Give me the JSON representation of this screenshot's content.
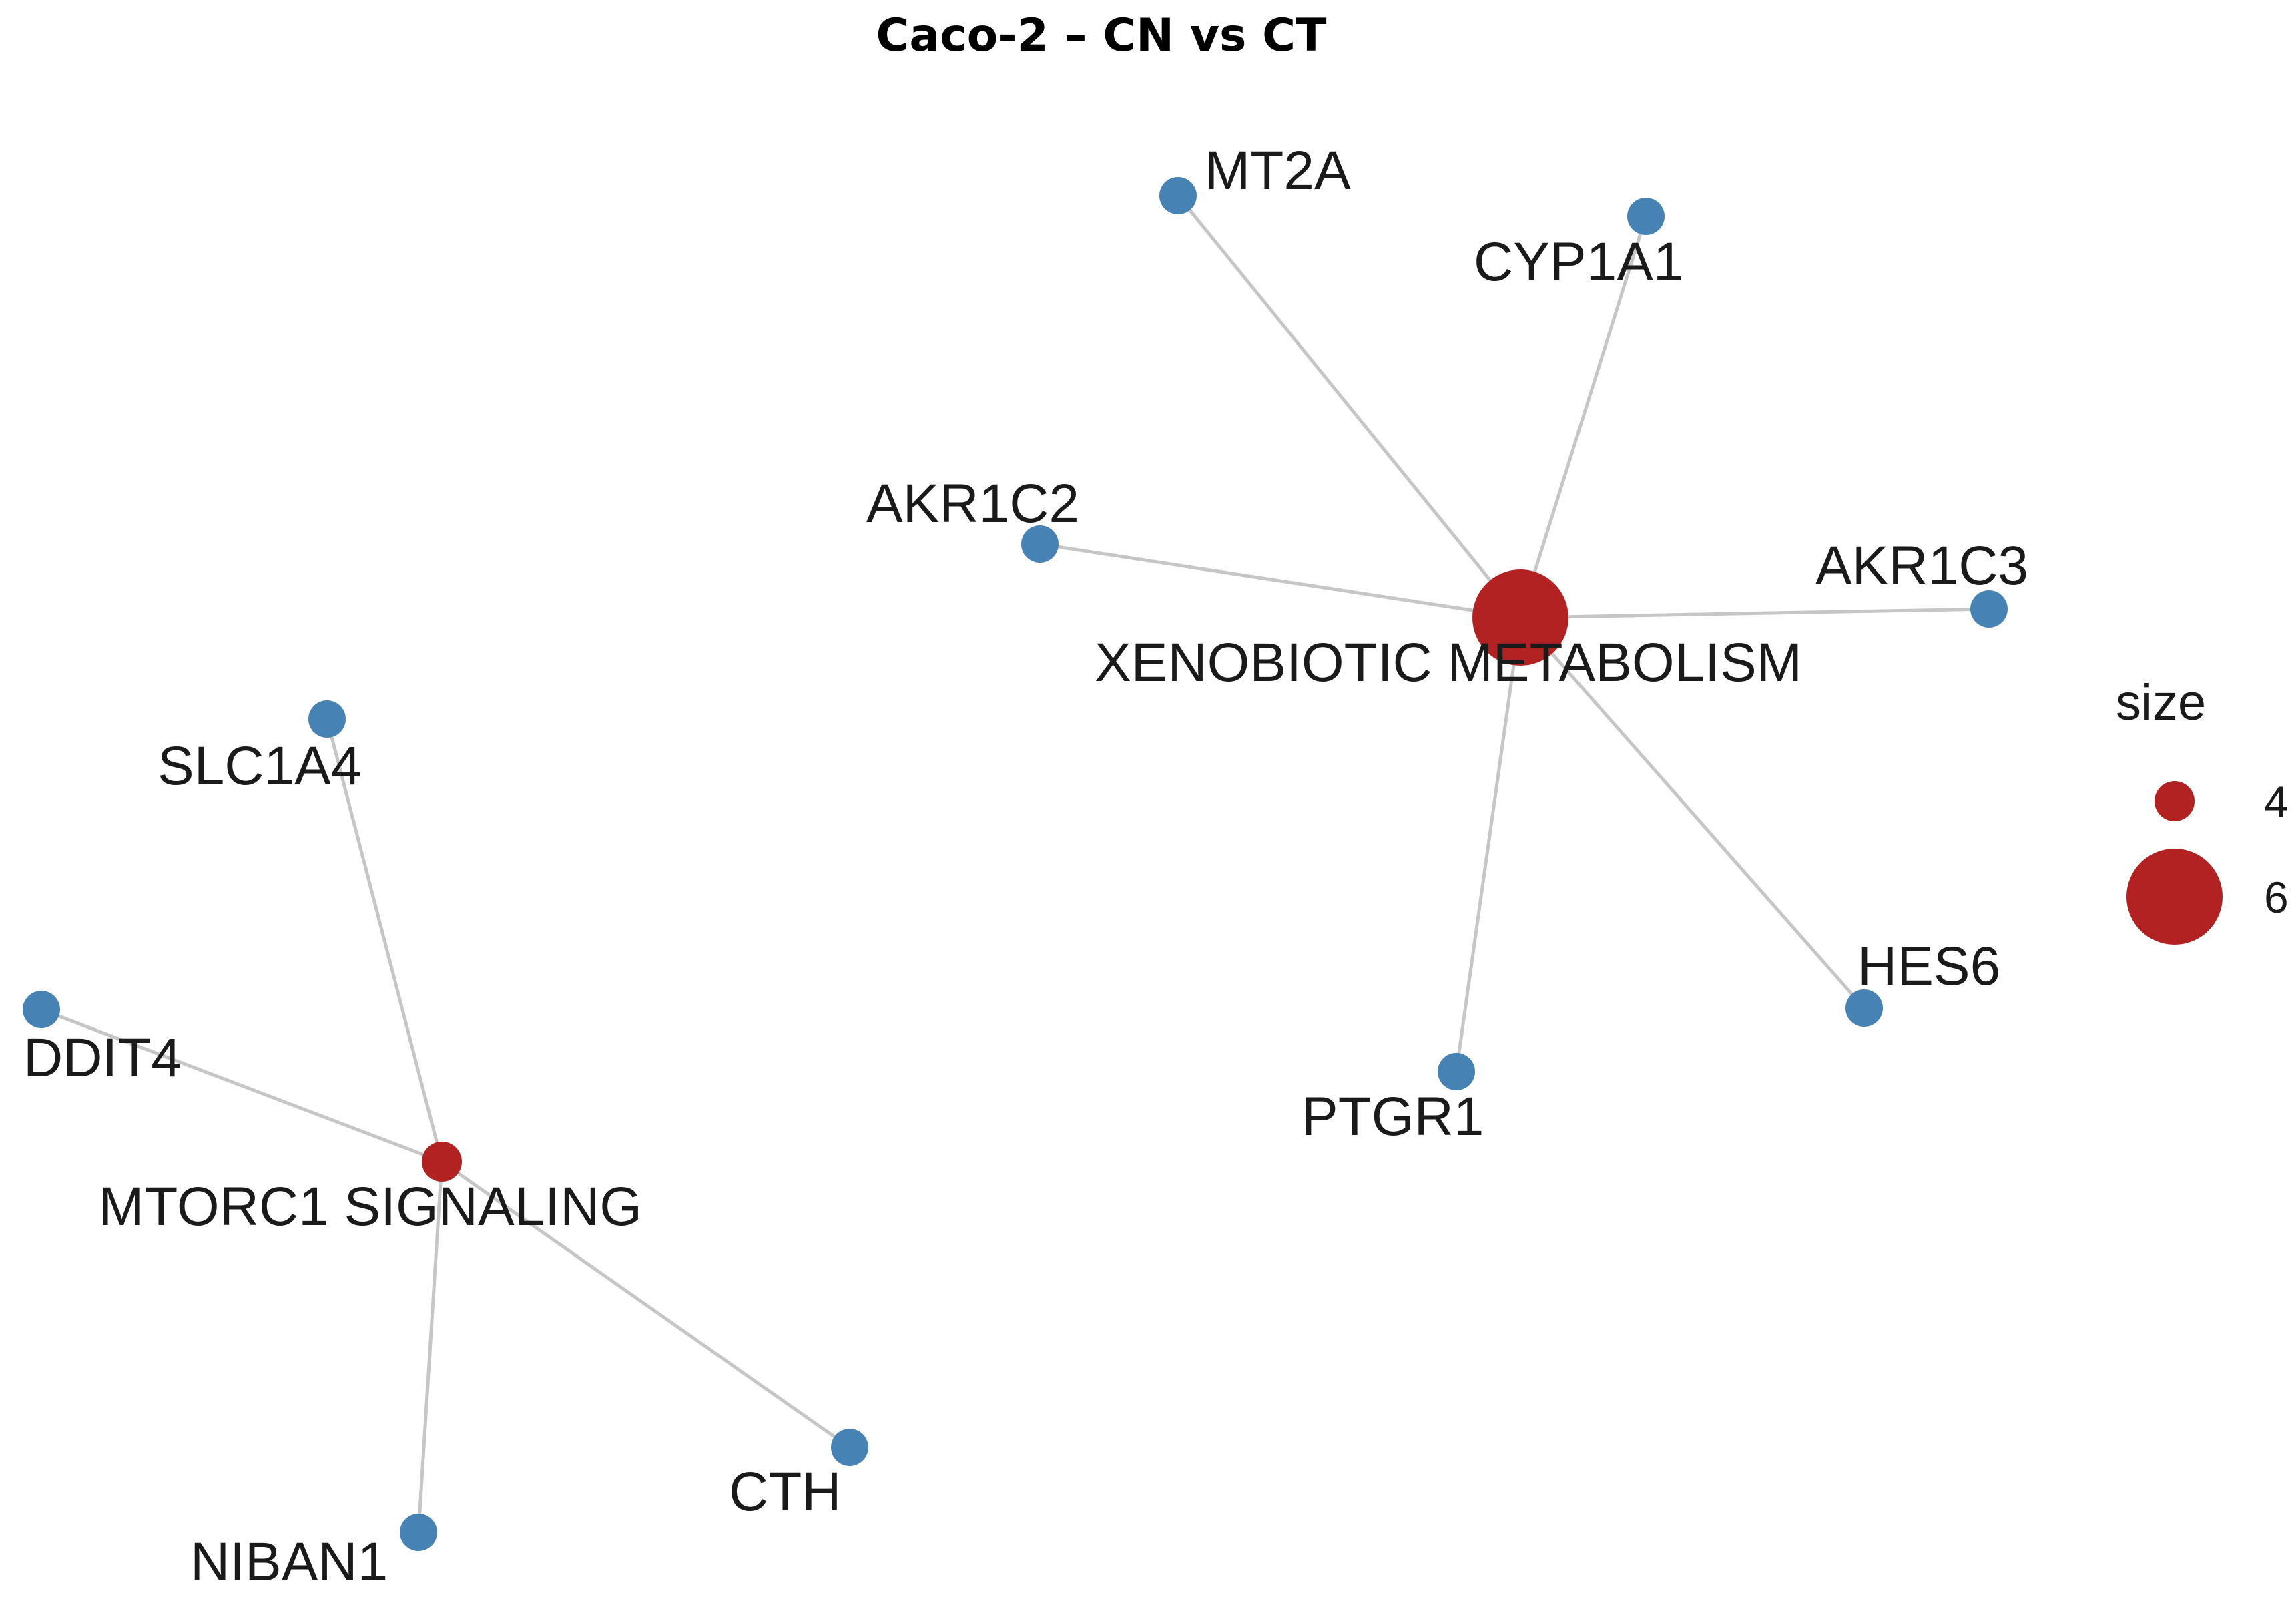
{
  "title": "Caco-2 – CN vs CT",
  "colors": {
    "category_node": "#b22222",
    "gene_node": "#4682b4",
    "edge": "#c6c6c6",
    "text": "#1a1a1a"
  },
  "network": {
    "categories": [
      {
        "id": "xeno",
        "label": "XENOBIOTIC METABOLISM",
        "size": 6
      },
      {
        "id": "mtorc1",
        "label": "MTORC1 SIGNALING",
        "size": 4
      }
    ],
    "genes": [
      {
        "id": "MT2A",
        "label": "MT2A",
        "category": "xeno"
      },
      {
        "id": "CYP1A1",
        "label": "CYP1A1",
        "category": "xeno"
      },
      {
        "id": "AKR1C2",
        "label": "AKR1C2",
        "category": "xeno"
      },
      {
        "id": "AKR1C3",
        "label": "AKR1C3",
        "category": "xeno"
      },
      {
        "id": "HES6",
        "label": "HES6",
        "category": "xeno"
      },
      {
        "id": "PTGR1",
        "label": "PTGR1",
        "category": "xeno"
      },
      {
        "id": "SLC1A4",
        "label": "SLC1A4",
        "category": "mtorc1"
      },
      {
        "id": "DDIT4",
        "label": "DDIT4",
        "category": "mtorc1"
      },
      {
        "id": "NIBAN1",
        "label": "NIBAN1",
        "category": "mtorc1"
      },
      {
        "id": "CTH",
        "label": "CTH",
        "category": "mtorc1"
      }
    ]
  },
  "legend": {
    "title": "size",
    "items": [
      {
        "label": "4",
        "size": 4
      },
      {
        "label": "6",
        "size": 6
      }
    ]
  }
}
